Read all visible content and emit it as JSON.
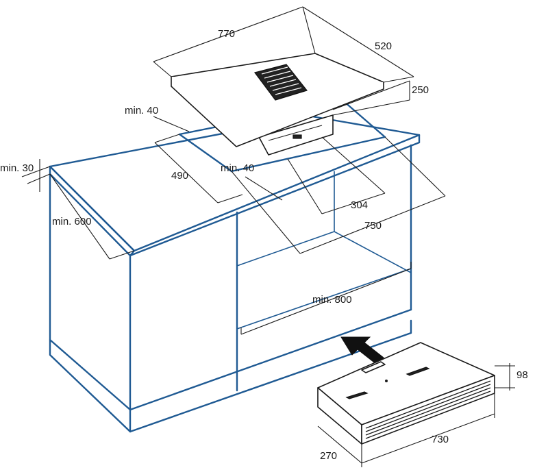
{
  "dimensions": {
    "hob_width": "770",
    "hob_depth": "520",
    "hob_height": "250",
    "clearance_left": "min. 40",
    "cutout_depth": "490",
    "clearance_front": "min. 40",
    "worktop_thickness": "min. 30",
    "worktop_depth": "min. 600",
    "cutout_inner": "304",
    "cutout_width": "750",
    "cabinet_width": "min. 800",
    "unit_height": "98",
    "unit_depth": "270",
    "unit_width": "730"
  },
  "colors": {
    "cabinet_line": "#1f5a93",
    "dimension_line": "#1a1a1a",
    "background": "#ffffff"
  },
  "icons": {
    "insert_arrow": "arrow-up-left-icon"
  }
}
